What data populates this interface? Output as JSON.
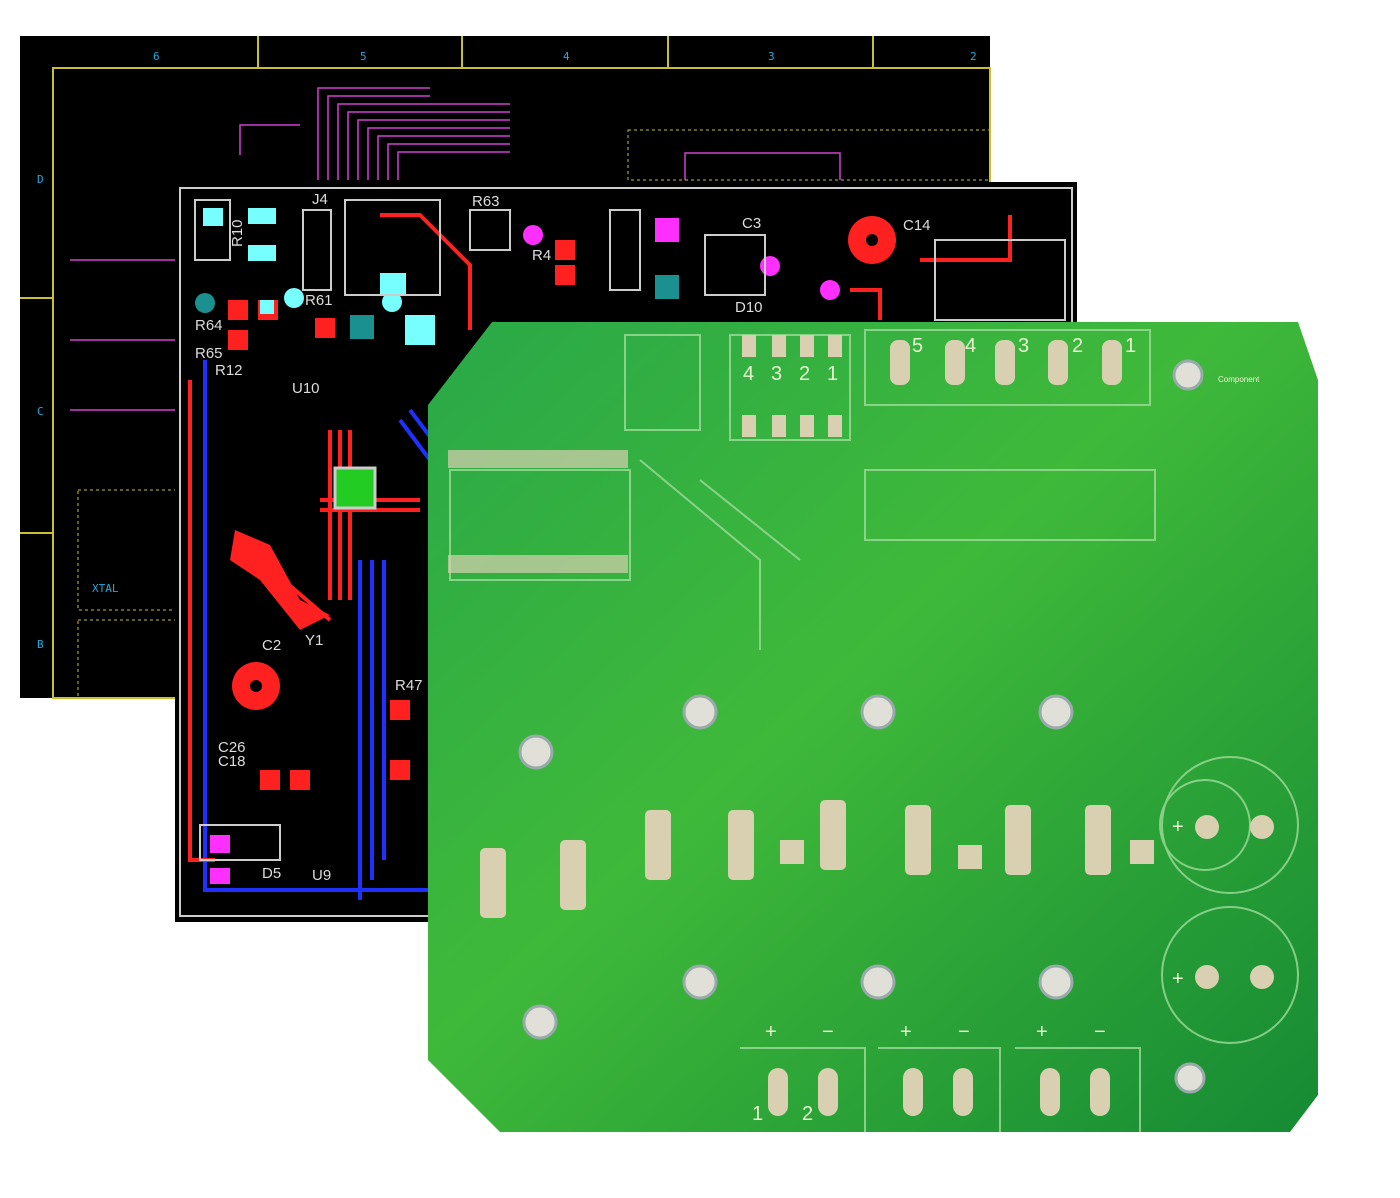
{
  "schematic": {
    "column_labels": [
      "6",
      "5",
      "4",
      "3",
      "2"
    ],
    "row_labels": [
      "D",
      "C",
      "B"
    ],
    "crystal_label": "XTAL",
    "colors": {
      "background": "#000000",
      "border": "#c8c030",
      "wire": "#d040d0",
      "text": "#22aadd"
    }
  },
  "layout": {
    "designators": [
      "J4",
      "R63",
      "R61",
      "R64",
      "R65",
      "R12",
      "U10",
      "C3",
      "C14",
      "D10",
      "Y1",
      "C2",
      "C26",
      "C18",
      "D5",
      "U9",
      "R10",
      "R4",
      "R47"
    ],
    "colors": {
      "background": "#000000",
      "top_copper": "#ff2020",
      "bottom_copper": "#2020ff",
      "pad": "#7ff",
      "via": "#ff30ff"
    }
  },
  "board_photo": {
    "connector_top_right_pins": [
      "5",
      "4",
      "3",
      "2",
      "1"
    ],
    "connector_top_left_pins": [
      "4",
      "3",
      "2",
      "1"
    ],
    "component_label": "Component",
    "terminal_pins": [
      "1",
      "2"
    ],
    "polarity_marks": [
      "+",
      "−",
      "+",
      "−",
      "+",
      "−"
    ],
    "capacitor_marks": [
      "+",
      "+"
    ],
    "colors": {
      "solder_mask": "#1f9a3a",
      "pads": "#d8d0b0",
      "silkscreen": "#e8f5d0"
    }
  }
}
